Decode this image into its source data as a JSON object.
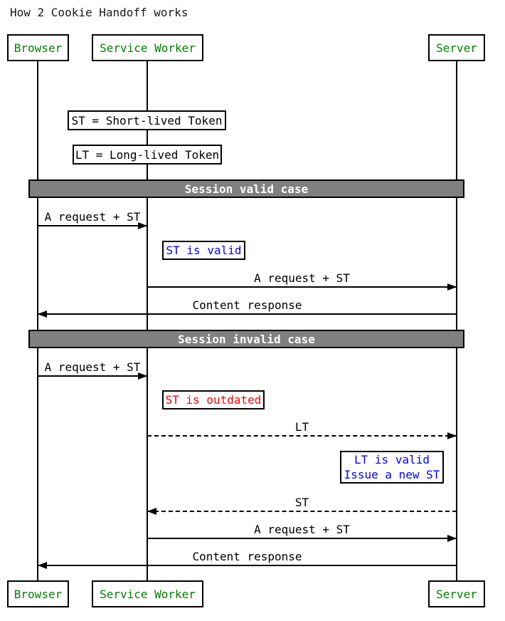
{
  "title": "How 2 Cookie Handoff works",
  "colors": {
    "title_text": "#1a1a1a",
    "actor_text": "#008000",
    "info_note_text": "#0000ff",
    "error_note_text": "#ff0000",
    "divider_bg": "#808080",
    "divider_text": "#ffffff",
    "line_color": "#000000"
  },
  "actors": {
    "browser": "Browser",
    "service_worker": "Service Worker",
    "server": "Server"
  },
  "legend": {
    "st": "ST = Short-lived Token",
    "lt": "LT = Long-lived Token"
  },
  "dividers": {
    "valid": "Session valid case",
    "invalid": "Session invalid case"
  },
  "valid_case": {
    "request_to_sw": "A request + ST",
    "note_st_valid": "ST is valid",
    "request_to_server": "A request + ST",
    "content_response": "Content response"
  },
  "invalid_case": {
    "request_to_sw": "A request + ST",
    "note_st_outdated": "ST is outdated",
    "lt_message": "LT",
    "note_lt_valid_line1": "LT is valid",
    "note_lt_valid_line2": "Issue a new ST",
    "st_message": "ST",
    "request_to_server": "A request + ST",
    "content_response": "Content response"
  }
}
